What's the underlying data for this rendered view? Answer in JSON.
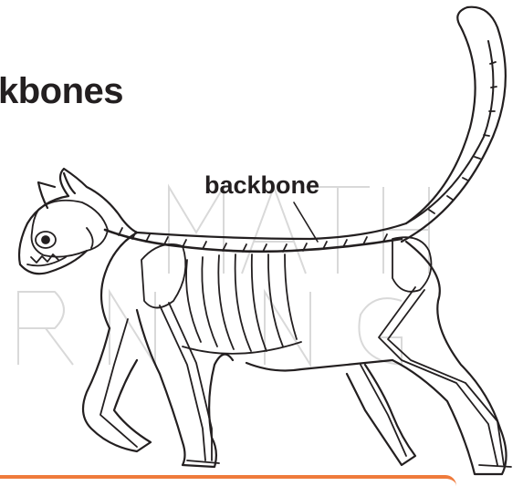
{
  "heading": {
    "text": "kbones"
  },
  "callout": {
    "label": "backbone"
  },
  "colors": {
    "ink": "#231f20",
    "accent_bar": "#ef7b3c",
    "watermark": "#d9d9d9"
  },
  "watermark": {
    "text": "MATH LEARNING",
    "kind": "logo-watermark"
  }
}
